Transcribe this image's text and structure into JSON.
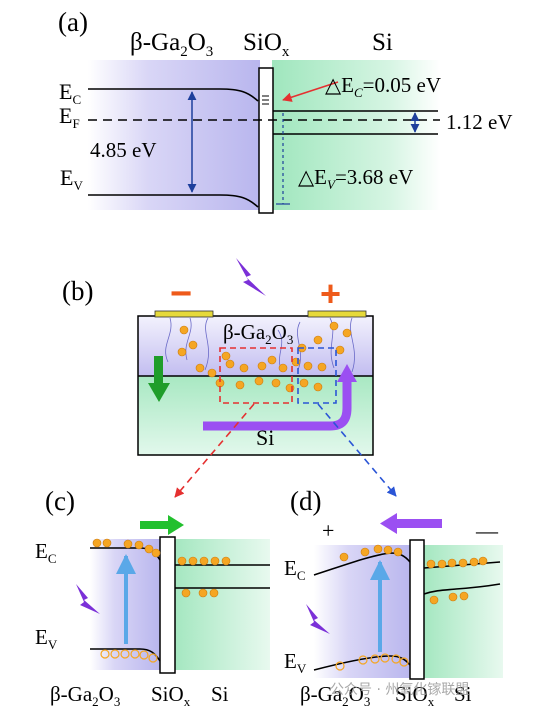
{
  "panel_a": {
    "label": "(a)",
    "material_left": "β-Ga",
    "material_left_sub2": "2",
    "material_left_o": "O",
    "material_left_sub3": "3",
    "material_mid": "SiO",
    "material_mid_sub": "x",
    "material_right": "Si",
    "ec_main": "E",
    "ec_sub": "C",
    "ef_main": "E",
    "ef_sub": "F",
    "ev_main": "E",
    "ev_sub": "V",
    "gap_ga2o3": "4.85 eV",
    "gap_si": "1.12 eV",
    "dec_pre": "△E",
    "dec_sub": "C",
    "dec_val": "=0.05 eV",
    "dev_pre": "△E",
    "dev_sub": "V",
    "dev_val": "=3.68 eV"
  },
  "panel_b": {
    "label": "(b)",
    "minus": "−",
    "plus": "+",
    "layer_top": "β-Ga",
    "layer_top_sub2": "2",
    "layer_top_o": "O",
    "layer_top_sub3": "3",
    "layer_bottom": "Si"
  },
  "panel_c": {
    "label": "(c)",
    "ec_main": "E",
    "ec_sub": "C",
    "ev_main": "E",
    "ev_sub": "V",
    "bottom_left": "β-Ga",
    "bottom_left_sub2": "2",
    "bottom_left_o": "O",
    "bottom_left_sub3": "3",
    "bottom_mid": "SiO",
    "bottom_mid_sub": "x",
    "bottom_right": "Si"
  },
  "panel_d": {
    "label": "(d)",
    "plus": "+",
    "minus": "—",
    "ec_main": "E",
    "ec_sub": "C",
    "ev_main": "E",
    "ev_sub": "V",
    "bottom_left": "β-Ga",
    "bottom_left_sub2": "2",
    "bottom_left_o": "O",
    "bottom_left_sub3": "3",
    "bottom_mid": "SiO",
    "bottom_mid_sub": "x",
    "bottom_right": "Si"
  },
  "watermark": "公众号 · 州氧化镓联盟",
  "colors": {
    "ga2o3_region": "#b9b6ee",
    "si_region": "#9fe6bd",
    "oxide": "#ffffff",
    "arrow_blue": "#1d3f9c",
    "light_arrow": "#5aa8e8",
    "red_box": "#e53030",
    "blue_box": "#2a55d6",
    "electron": "#f5a623",
    "green_arrow": "#1f9d2a",
    "purple_arrow": "#9b4ff2",
    "orange_sign": "#ee5a1a",
    "electrode": "#e6d93a",
    "lightning": "#7b30d8"
  },
  "icons": [
    "lightning-icon",
    "electron-dot-icon"
  ]
}
